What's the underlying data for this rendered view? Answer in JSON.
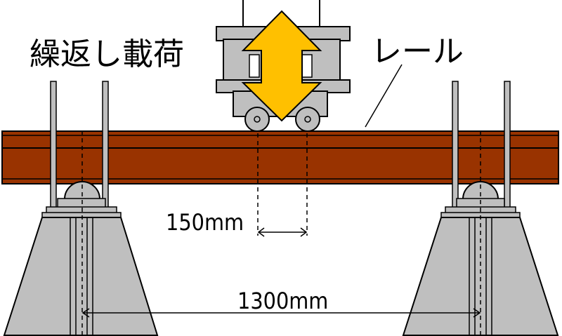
{
  "labels": {
    "load": "繰返し載荷",
    "rail": "レール",
    "wheel_spacing": "150mm",
    "support_spacing": "1300mm"
  },
  "colors": {
    "rail": "#993300",
    "rail_stripe": "#7a2400",
    "steel": "#bfbfbf",
    "arrow": "#ffc000",
    "outline": "#000000"
  },
  "icons": {
    "load_arrow": "double-headed-vertical-arrow"
  }
}
